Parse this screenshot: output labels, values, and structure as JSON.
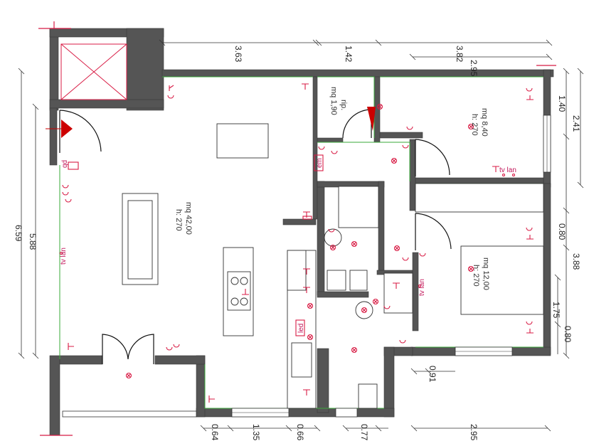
{
  "dimensions": {
    "top": [
      "3.63",
      "1.42",
      "3.82",
      "2.95"
    ],
    "right": [
      "1.40",
      "2.41",
      "0.80",
      "3.88",
      "1.75",
      "0.80"
    ],
    "left": [
      "6.59",
      "5.88"
    ],
    "bottom": [
      "0.64",
      "1.35",
      "0.66",
      "0.77",
      "2.95",
      "0.91"
    ]
  },
  "rooms": {
    "living": {
      "area": "mq 42,00",
      "height": "h: 270"
    },
    "wc": {
      "name": "rip.",
      "area": "mq 1,90"
    },
    "bedroom1": {
      "area": "mq 8,40",
      "height": "h: 270"
    },
    "bedroom2": {
      "area": "mq 12,00",
      "height": "h: 270"
    }
  },
  "labels": {
    "tv_lan": "tv lan",
    "qd": "qd",
    "em": "em",
    "led": "led"
  },
  "colors": {
    "wall": "#555555",
    "electrical": "#d81b44",
    "floor_edge": "#3aa83a",
    "entrance_marker": "#cc0000"
  }
}
